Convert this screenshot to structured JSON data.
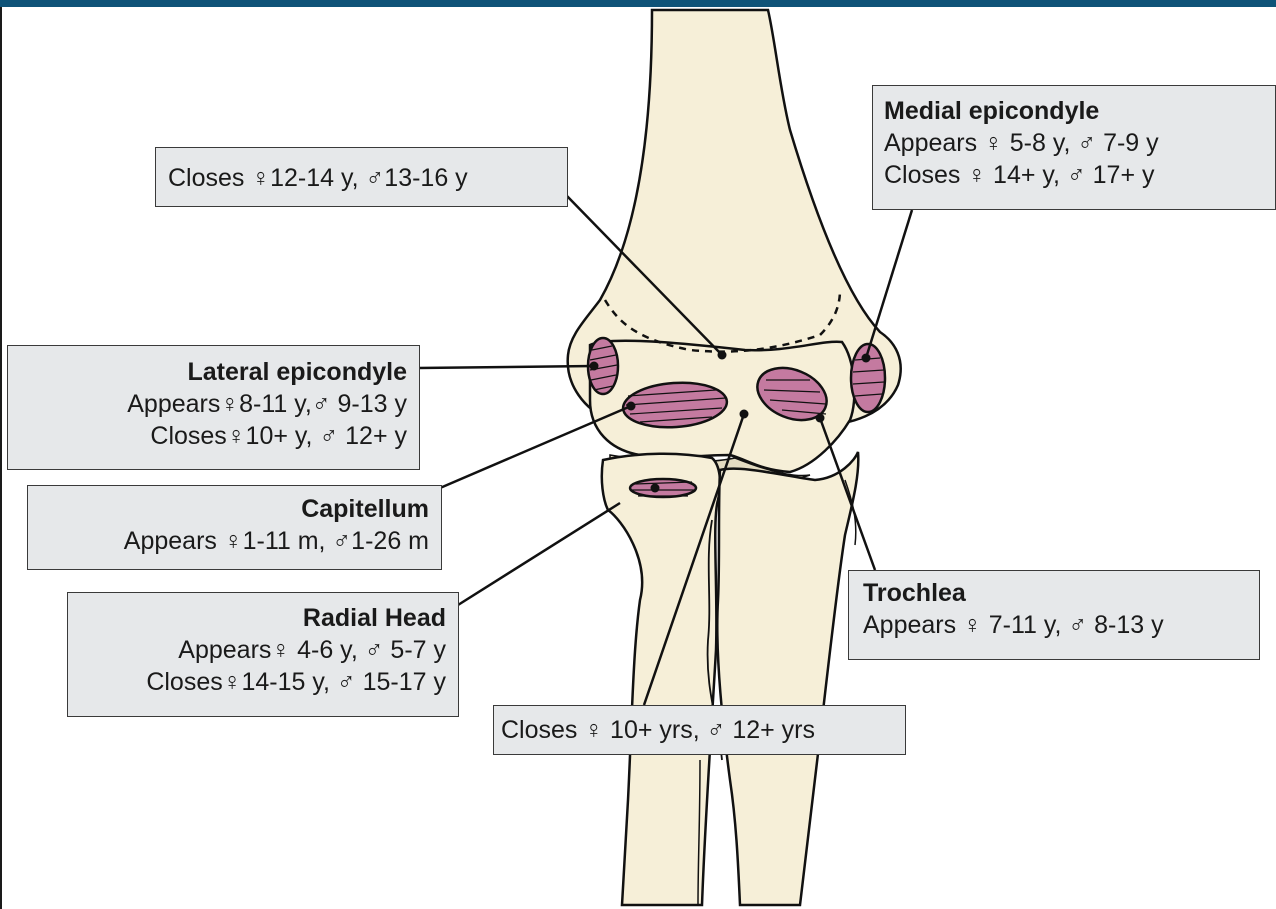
{
  "colors": {
    "bone": "#f6efd8",
    "bone_shadow": "#e4dcc2",
    "ossification": "#c47aa0",
    "outline": "#111111",
    "label_bg": "#e6e8ea",
    "header_bar": "#0f5378"
  },
  "labels": {
    "humerus_physis": {
      "text": "Closes ♀12-14 y, ♂13-16 y"
    },
    "medial_epicondyle": {
      "title": "Medial epicondyle",
      "appears": "Appears ♀ 5-8 y,  ♂ 7-9 y",
      "closes": "Closes  ♀ 14+ y,  ♂ 17+ y"
    },
    "lateral_epicondyle": {
      "title": "Lateral epicondyle",
      "appears": "Appears♀8-11 y,♂ 9-13 y",
      "closes": "Closes♀10+ y,  ♂ 12+ y"
    },
    "capitellum": {
      "title": "Capitellum",
      "appears": "Appears  ♀1-11 m, ♂1-26 m"
    },
    "radial_head": {
      "title": "Radial Head",
      "appears": "Appears♀ 4-6 y, ♂ 5-7 y",
      "closes": "Closes♀14-15 y, ♂ 15-17 y"
    },
    "trochlea": {
      "title": "Trochlea",
      "appears": "Appears ♀ 7-11 y, ♂ 8-13 y"
    },
    "olecranon": {
      "text": "Closes ♀ 10+ yrs, ♂ 12+ yrs"
    }
  }
}
